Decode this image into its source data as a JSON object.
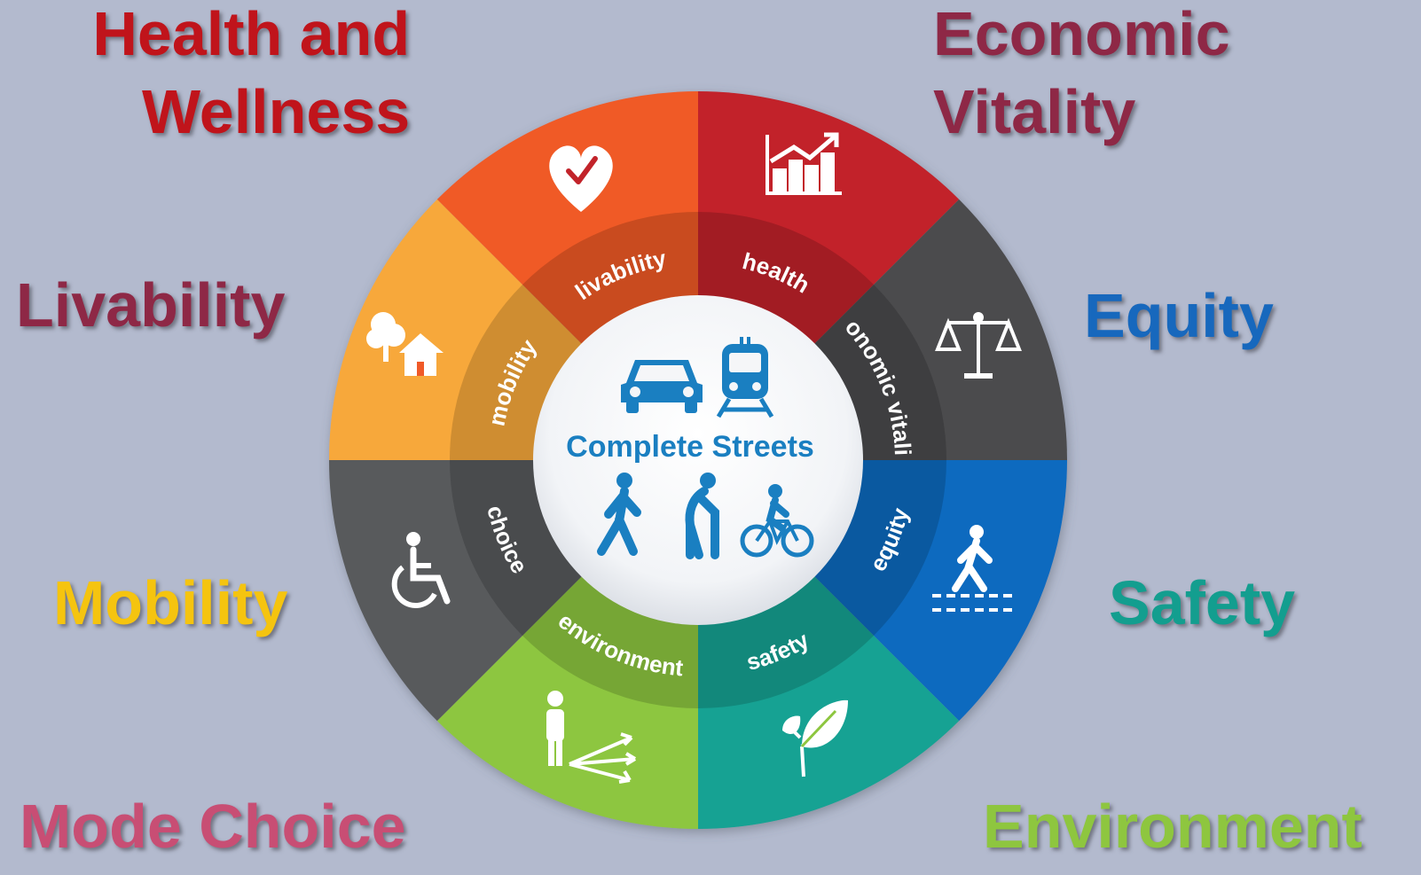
{
  "corner_labels": {
    "health": {
      "line1": "Health and",
      "line2": "Wellness",
      "color": "#c0141b"
    },
    "economic": {
      "line1": "Economic",
      "line2": "Vitality",
      "color": "#8e2846"
    },
    "livability": {
      "text": "Livability",
      "color": "#8e2846"
    },
    "equity": {
      "text": "Equity",
      "color": "#1768bd"
    },
    "mobility": {
      "text": "Mobility",
      "color": "#f5c40f"
    },
    "safety": {
      "text": "Safety",
      "color": "#139e8f"
    },
    "mode_choice": {
      "text": "Mode Choice",
      "color": "#c84e74"
    },
    "environment": {
      "text": "Environment",
      "color": "#8ec63f"
    }
  },
  "wheel": {
    "segments": [
      {
        "key": "health",
        "label": "health",
        "color": "#c2232a",
        "icon": "heart-check-icon"
      },
      {
        "key": "economic",
        "label": "economic vitality",
        "color": "#4b4b4d",
        "icon": "rising-chart-icon"
      },
      {
        "key": "equity",
        "label": "equity",
        "color": "#0b6bbf",
        "icon": "balance-scale-icon"
      },
      {
        "key": "safety",
        "label": "safety",
        "color": "#12a293",
        "icon": "pedestrian-crossing-icon"
      },
      {
        "key": "environment",
        "label": "environment",
        "color": "#8dc63f",
        "icon": "leaf-icon"
      },
      {
        "key": "choice",
        "label": "choice",
        "color": "#595a5c",
        "icon": "person-arrows-icon"
      },
      {
        "key": "mobility",
        "label": "mobility",
        "color": "#f7a83b",
        "icon": "wheelchair-icon"
      },
      {
        "key": "livability",
        "label": "livability",
        "color": "#f05a28",
        "icon": "tree-house-icon"
      }
    ],
    "center": {
      "title": "Complete Streets",
      "title_color": "#1a7fc1",
      "icons": [
        "car-icon",
        "train-icon",
        "walker-icon",
        "elderly-cane-icon",
        "bicycle-icon"
      ]
    }
  }
}
